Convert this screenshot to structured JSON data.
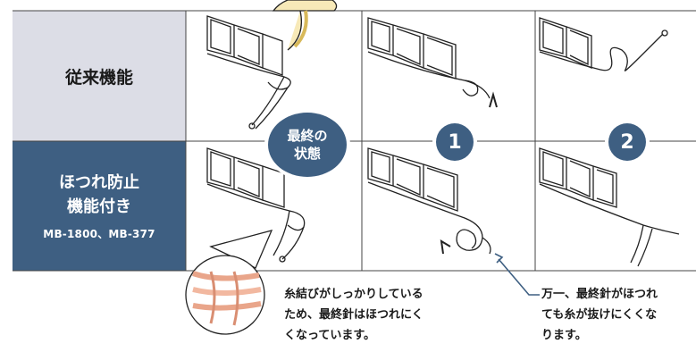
{
  "rows": {
    "conventional": {
      "label": "従来機能"
    },
    "antifray": {
      "label_line1": "ほつれ防止",
      "label_line2": "機能付き",
      "models": "MB-1800、MB-377"
    }
  },
  "badges": {
    "final_line1": "最終の",
    "final_line2": "状態",
    "step1": "1",
    "step2": "2"
  },
  "captions": {
    "left": [
      "糸結びがしっかりしている",
      "ため、最終針はほつれにく",
      "くなっています。"
    ],
    "right": [
      "万一、最終針がほつれ",
      "ても糸が抜けにくくな",
      "ります。"
    ]
  },
  "colors": {
    "navy": "#3e5f82",
    "lavender": "#dcdde6",
    "yarn_yellow": "#f2d98a",
    "yarn_pink": "#f2b8a0"
  }
}
